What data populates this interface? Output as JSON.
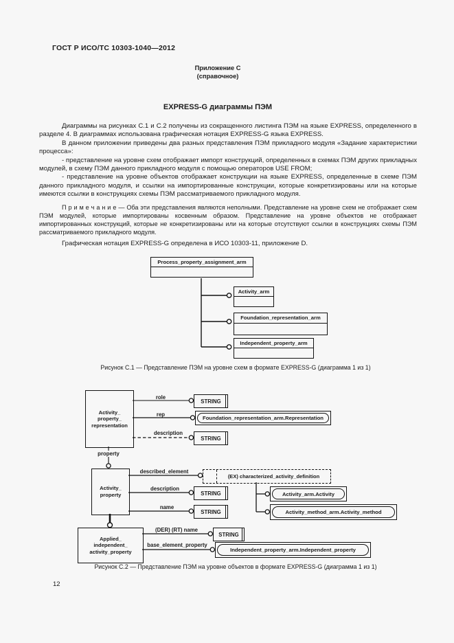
{
  "page": {
    "doc_code": "ГОСТ Р ИСО/ТС 10303-1040—2012",
    "appendix_label": "Приложение С",
    "appendix_type": "(справочное)",
    "section_title": "EXPRESS-G диаграммы ПЭМ",
    "page_number": "12"
  },
  "paragraphs": {
    "p1": "Диаграммы на рисунках С.1 и С.2 получены из сокращенного листинга ПЭМ на языке EXPRESS, определенного в разделе 4. В диаграммах использована графическая нотация EXPRESS-G языка EXPRESS.",
    "p2": "В данном приложении приведены два разных представления ПЭМ прикладного модуля «Задание характеристики процесса»:",
    "p3": "- представление на уровне схем отображает импорт конструкций, определенных в схемах ПЭМ других прикладных модулей, в схему ПЭМ данного прикладного модуля с помощью операторов USE FROM;",
    "p4": "- представление на уровне объектов отображает конструкции на языке EXPRESS, определенные в схеме ПЭМ данного прикладного модуля, и ссылки на импортированные конструкции, которые конкретизированы или на которые имеются ссылки в конструкциях схемы ПЭМ рассматриваемого прикладного модуля.",
    "note": "П р и м е ч а н и е — Оба эти представления являются неполными. Представление на уровне схем не отображает схем ПЭМ модулей, которые импортированы косвенным образом. Представление на уровне объектов не отображает импортированных конструкций, которые не конкретизированы или на которые отсутствуют ссылки в конструкциях схемы ПЭМ рассматриваемого прикладного модуля.",
    "p5": "Графическая нотация EXPRESS-G определена в ИСО 10303-11, приложение D."
  },
  "figure_c1": {
    "caption": "Рисунок С.1 — Представление ПЭМ на уровне схем в формате EXPRESS-G (диаграмма 1 из 1)",
    "root_schema": "Process_property_assignment_arm",
    "schemas": [
      "Activity_arm",
      "Foundation_representation_arm",
      "Independent_property_arm"
    ]
  },
  "figure_c2": {
    "caption": "Рисунок С.2 — Представление ПЭМ на уровне объектов в формате EXPRESS-G (диаграмма 1 из 1)",
    "entity_apr": [
      "Activity_",
      "property_",
      "representation"
    ],
    "entity_ap": [
      "Activity_",
      "property"
    ],
    "entity_aiap": [
      "Applied_",
      "independent_",
      "activity_property"
    ],
    "attr_role": "role",
    "attr_rep": "rep",
    "attr_description": "description",
    "attr_property": "property",
    "attr_described_element": "described_element",
    "attr_name": "name",
    "attr_der_rt_name": "(DER) (RT) name",
    "attr_base_element_property": "base_element_property",
    "type_string": "STRING",
    "ref_foundation_representation": "Foundation_representation_arm.Representation",
    "ref_characterized_activity_definition": "(EX) characterized_activity_definition",
    "ref_activity": "Activity_arm.Activity",
    "ref_activity_method": "Activity_method_arm.Activity_method",
    "ref_independent_property": "Independent_property_arm.Independent_property"
  }
}
